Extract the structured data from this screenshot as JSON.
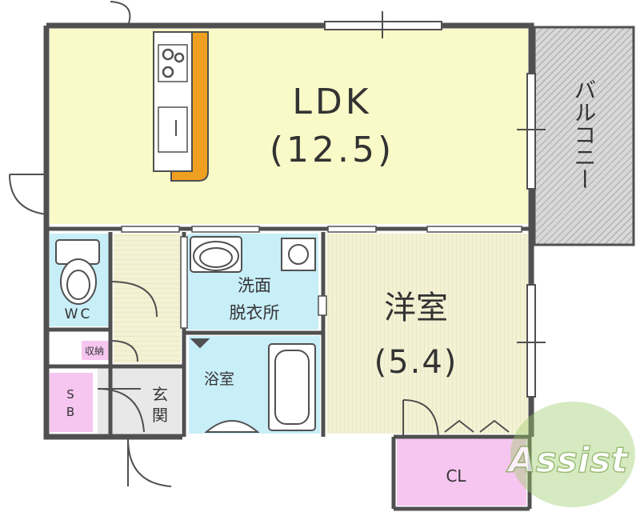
{
  "rooms": {
    "ldk": {
      "name": "LDK",
      "size": "(12.5)"
    },
    "western": {
      "name": "洋室",
      "size": "(5.4)"
    },
    "washroom": {
      "line1": "洗面",
      "line2": "脱衣所"
    },
    "bath": {
      "name": "浴室"
    },
    "wc": {
      "name": "WC"
    },
    "storage": {
      "name": "収納"
    },
    "entrance": {
      "line1": "玄",
      "line2": "関"
    },
    "sb": {
      "line1": "S",
      "line2": "B"
    },
    "closet": {
      "name": "CL"
    },
    "balcony": {
      "name": "バルコニー"
    }
  },
  "watermark": {
    "text": "Assist"
  },
  "colors": {
    "ldk": "#fafac8",
    "wet_area": "#c8eef8",
    "western": "#f4f2d4",
    "storage": "#f6c6f0",
    "balcony": "#d8d8d8",
    "wall": "#505050",
    "counter": "#f0a020",
    "watermark": "#9ccc6a"
  }
}
